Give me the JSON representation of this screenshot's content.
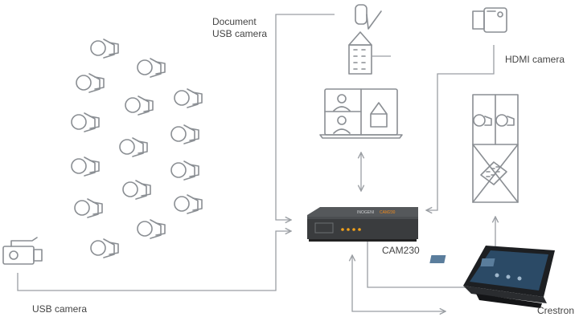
{
  "labels": {
    "document_camera": [
      "Document",
      "USB camera"
    ],
    "hdmi_camera": "HDMI camera",
    "device": "CAM230",
    "usb_camera": "USB camera",
    "panel": "Crestron"
  },
  "device": {
    "brand": "INOGENI",
    "brand_accent": "CAM230"
  },
  "colors": {
    "line": "#9a9ea3",
    "device_body": "#3a3c3e",
    "device_led": "#f3a21a",
    "brand_accent": "#f08a1c",
    "panel_dark": "#1d1f22",
    "panel_screen": "#2b4a66"
  }
}
